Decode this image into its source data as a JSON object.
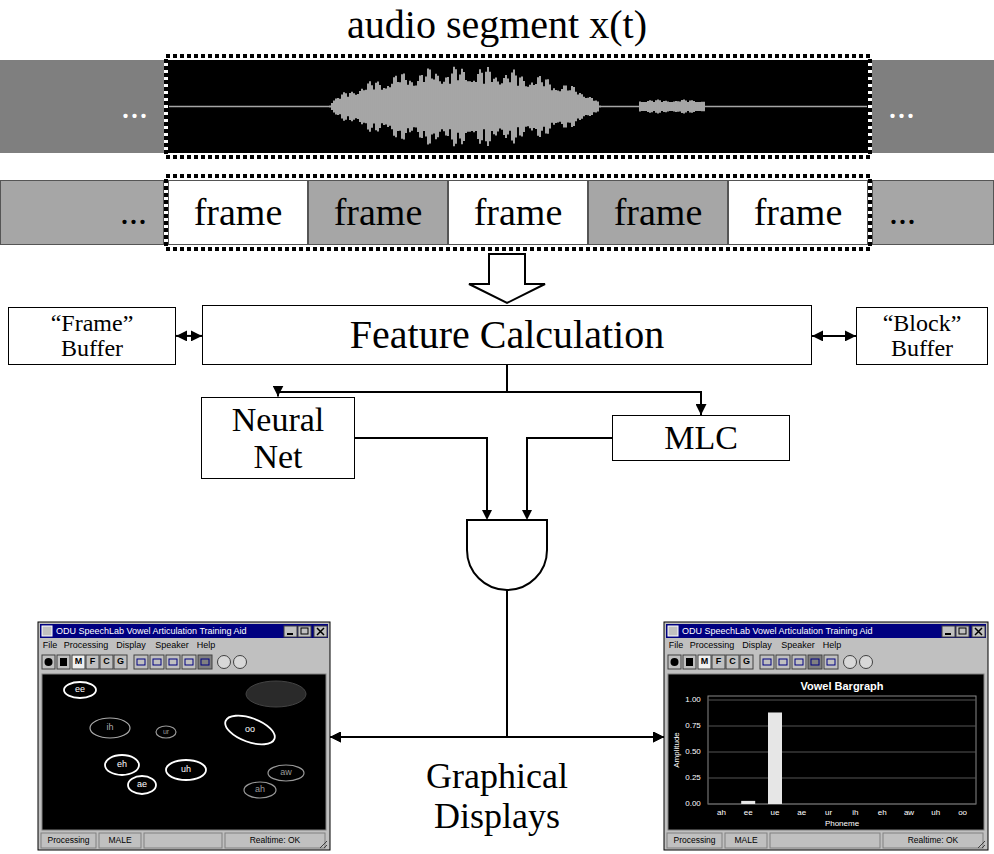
{
  "diagram": {
    "title": "audio segment x(t)",
    "nodes": [
      {
        "text": [
          "..."
        ]
      },
      {
        "text": [
          "..."
        ]
      },
      {
        "text": [
          "..."
        ]
      },
      {
        "text": [
          "frame"
        ]
      },
      {
        "text": [
          "frame"
        ]
      },
      {
        "text": [
          "frame"
        ]
      },
      {
        "text": [
          "frame"
        ]
      },
      {
        "text": [
          "frame"
        ]
      },
      {
        "text": [
          "..."
        ]
      },
      {
        "text": [
          "“Frame” Buffer"
        ]
      },
      {
        "text": [
          "Feature Calculation"
        ]
      },
      {
        "text": [
          "“Block” Buffer"
        ]
      },
      {
        "text": [
          "Neural Net"
        ]
      },
      {
        "text": [
          "MLC"
        ]
      },
      {
        "text": [
          "ODU SpeechLab Vowel Articulation Training Aid"
        ]
      },
      {
        "text": [
          "ODU SpeechLab Vowel Articulation Training Aid"
        ]
      }
    ],
    "edges": [
      {
        "from": 9,
        "to": 10,
        "arrow": "both"
      },
      {
        "from": 10,
        "to": 11,
        "arrow": "both"
      },
      {
        "from": 10,
        "to": 12,
        "arrow": "to"
      },
      {
        "from": 10,
        "to": 13,
        "arrow": "to"
      },
      {
        "from": 12,
        "to": 14,
        "arrow": "to"
      },
      {
        "from": 12,
        "to": 15,
        "arrow": "to"
      },
      {
        "from": 13,
        "to": 14,
        "arrow": "to"
      },
      {
        "from": 13,
        "to": 15,
        "arrow": "to"
      }
    ],
    "labels": [
      "Graphical Displays",
      "File",
      "Processing",
      "Display",
      "Speaker",
      "Help",
      "M",
      "F",
      "C",
      "G",
      "ee",
      "ih",
      "ur",
      "oo",
      "eh",
      "uh",
      "ae",
      "ah",
      "aw",
      "Processing",
      "MALE",
      "Realtime: OK",
      "File",
      "Processing",
      "Display",
      "Speaker",
      "Help",
      "M",
      "F",
      "C",
      "G",
      "Vowel Bargraph",
      "1.00",
      "0.75",
      "0.50",
      "0.25",
      "0.00",
      "Amplitude",
      "ah",
      "ee",
      "ue",
      "ae",
      "ur",
      "ih",
      "eh",
      "aw",
      "uh",
      "oo",
      "Phoneme",
      "Processing",
      "MALE",
      "Realtime: OK"
    ]
  }
}
